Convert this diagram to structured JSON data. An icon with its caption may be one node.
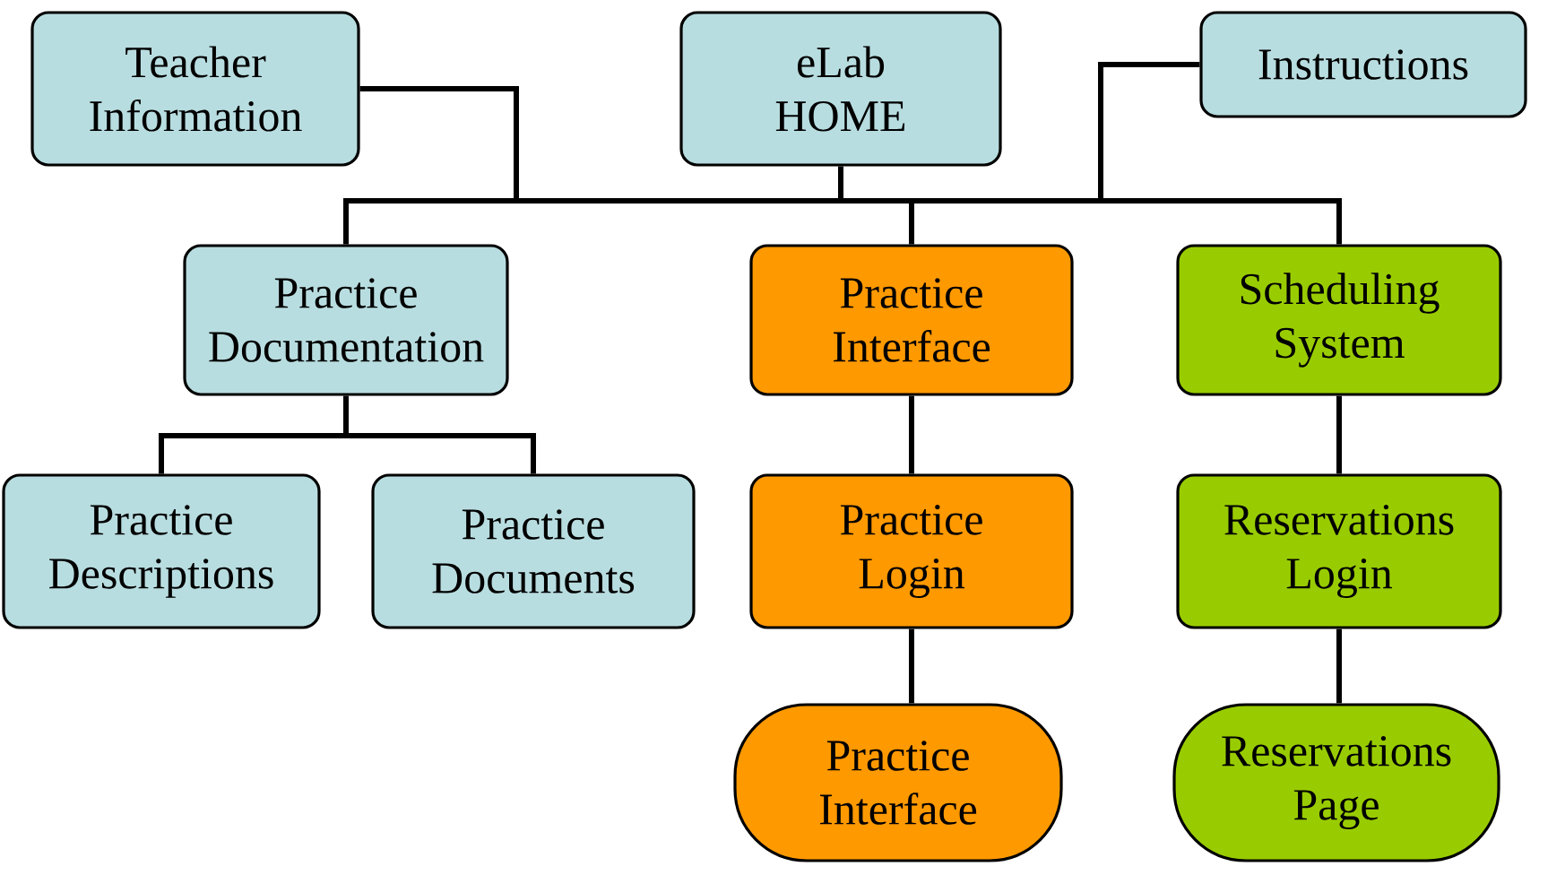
{
  "diagram": {
    "nodes": [
      {
        "text": [
          "Teacher Information"
        ]
      },
      {
        "text": [
          "eLab HOME"
        ]
      },
      {
        "text": [
          "Instructions"
        ]
      },
      {
        "text": [
          "Practice Documentation"
        ]
      },
      {
        "text": [
          "Practice Interface"
        ]
      },
      {
        "text": [
          "Scheduling System"
        ]
      },
      {
        "text": [
          "Practice Descriptions"
        ]
      },
      {
        "text": [
          "Practice Documents"
        ]
      },
      {
        "text": [
          "Practice Login"
        ]
      },
      {
        "text": [
          "Reservations Login"
        ]
      },
      {
        "text": [
          "Practice Interface"
        ]
      },
      {
        "text": [
          "Reservations Page"
        ]
      }
    ],
    "edges": [
      {
        "from": 1,
        "to": 0,
        "arrow": "none"
      },
      {
        "from": 1,
        "to": 2,
        "arrow": "none"
      },
      {
        "from": 1,
        "to": 3,
        "arrow": "none"
      },
      {
        "from": 1,
        "to": 4,
        "arrow": "none"
      },
      {
        "from": 1,
        "to": 5,
        "arrow": "none"
      },
      {
        "from": 3,
        "to": 6,
        "arrow": "none"
      },
      {
        "from": 3,
        "to": 7,
        "arrow": "none"
      },
      {
        "from": 4,
        "to": 8,
        "arrow": "none"
      },
      {
        "from": 8,
        "to": 10,
        "arrow": "none"
      },
      {
        "from": 5,
        "to": 9,
        "arrow": "none"
      },
      {
        "from": 9,
        "to": 11,
        "arrow": "none"
      }
    ]
  }
}
